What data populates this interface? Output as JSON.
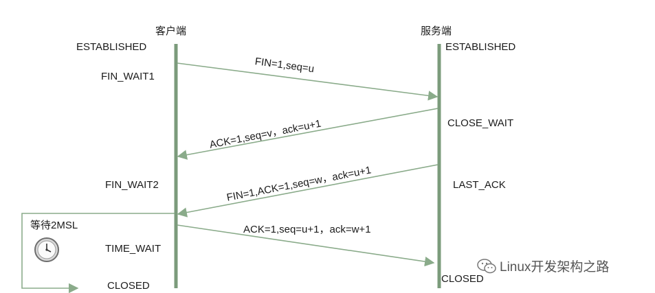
{
  "roles": {
    "client": "客户端",
    "server": "服务端"
  },
  "client_states": {
    "established": "ESTABLISHED",
    "fin_wait1": "FIN_WAIT1",
    "fin_wait2": "FIN_WAIT2",
    "time_wait": "TIME_WAIT",
    "closed": "CLOSED"
  },
  "server_states": {
    "established": "ESTABLISHED",
    "close_wait": "CLOSE_WAIT",
    "last_ack": "LAST_ACK",
    "closed": "CLOSED"
  },
  "messages": {
    "fin1": "FIN=1,seq=u",
    "ack1": "ACK=1,seq=v，ack=u+1",
    "fin2": "FIN=1,ACK=1,seq=w，ack=u+1",
    "ack2": "ACK=1,seq=u+1，ack=w+1"
  },
  "wait_label": "等待2MSL",
  "watermark": "Linux开发架构之路",
  "colors": {
    "line": "#8aab8a",
    "lifeline": "#7b9b7b",
    "text": "#1a1a1a"
  },
  "icons": {
    "clock": "clock-icon",
    "wechat": "wechat-icon"
  }
}
